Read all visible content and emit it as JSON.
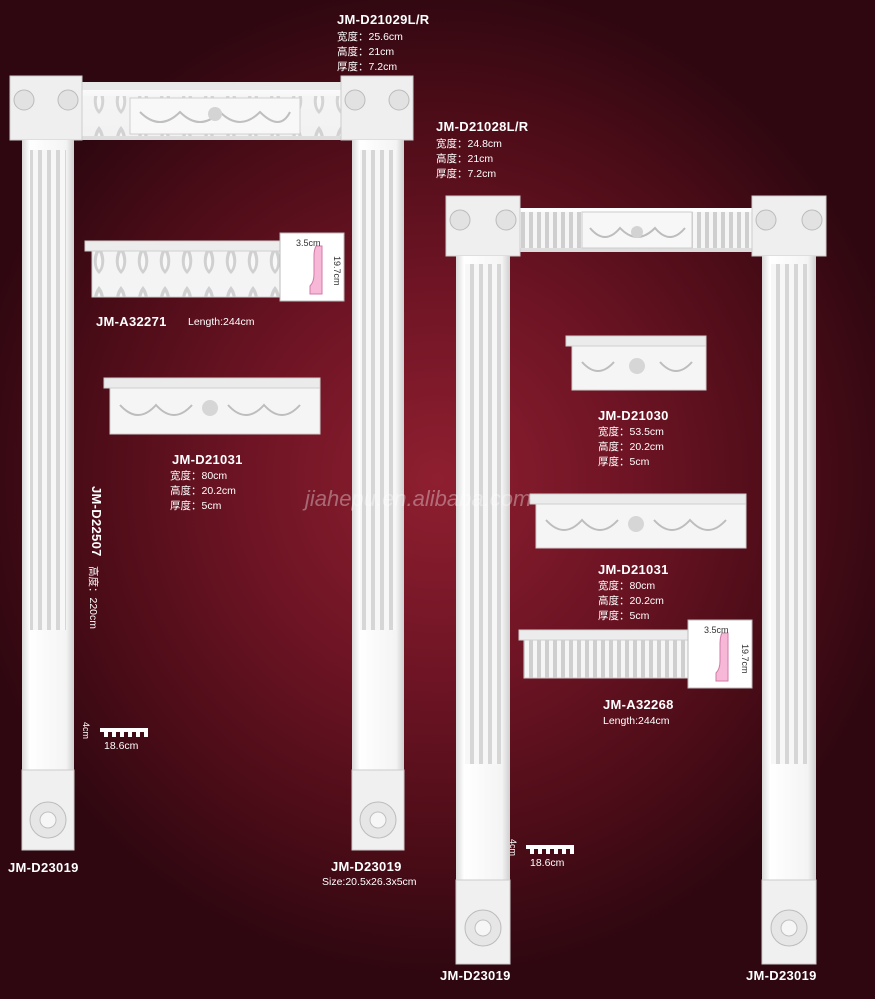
{
  "watermark": "jiahepu.en.alibaba.com",
  "left_frame": {
    "header_code": "JM-D21029L/R",
    "header_specs": [
      "宽度：25.6cm",
      "高度：21cm",
      "厚度：7.2cm"
    ],
    "pilaster_code": "JM-D22507",
    "pilaster_height": "高度：220cm",
    "base_left": "JM-D23019",
    "base_right": "JM-D23019",
    "base_size": "Size:20.5x26.3x5cm",
    "profile_dim_w": "18.6cm",
    "profile_dim_h": "4cm"
  },
  "right_frame": {
    "header_code": "JM-D21028L/R",
    "header_specs": [
      "宽度：24.8cm",
      "高度：21cm",
      "厚度：7.2cm"
    ],
    "base_left": "JM-D23019",
    "base_right": "JM-D23019",
    "profile_dim_w": "18.6cm",
    "profile_dim_h": "4cm"
  },
  "moulding_a32271": {
    "code": "JM-A32271",
    "length": "Length:244cm",
    "dim_w": "3.5cm",
    "dim_h": "19.7cm"
  },
  "panel_d21031_left": {
    "code": "JM-D21031",
    "specs": [
      "宽度：80cm",
      "高度：20.2cm",
      "厚度：5cm"
    ]
  },
  "panel_d21030": {
    "code": "JM-D21030",
    "specs": [
      "宽度：53.5cm",
      "高度：20.2cm",
      "厚度：5cm"
    ]
  },
  "panel_d21031_right": {
    "code": "JM-D21031",
    "specs": [
      "宽度：80cm",
      "高度：20.2cm",
      "厚度：5cm"
    ]
  },
  "moulding_a32268": {
    "code": "JM-A32268",
    "length": "Length:244cm",
    "dim_w": "3.5cm",
    "dim_h": "19.7cm"
  },
  "colors": {
    "background": "#6e1424",
    "plaster": "#f2f2f2",
    "profile_pink": "#f7b8d8"
  }
}
